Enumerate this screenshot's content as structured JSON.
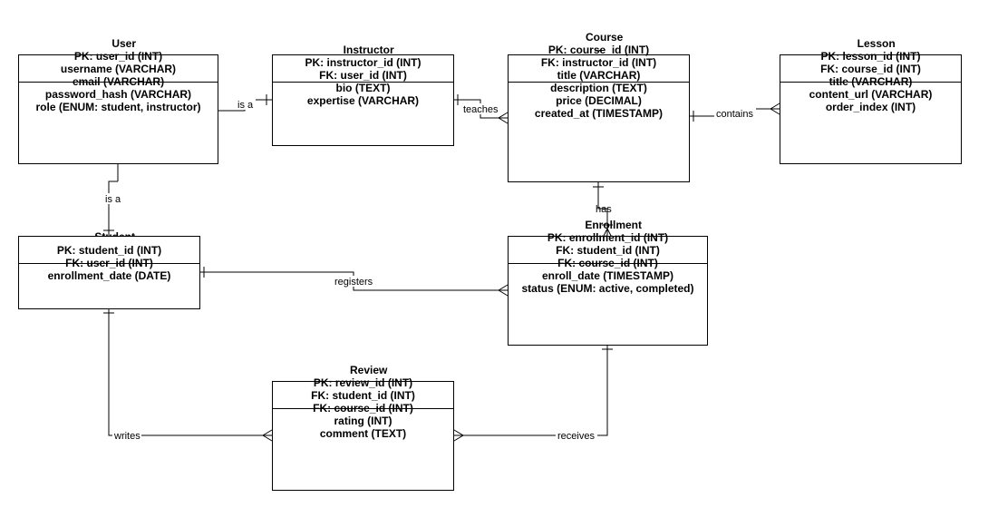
{
  "entities": {
    "user": {
      "name": "User",
      "separator": "--",
      "attributes": [
        "PK: user_id (INT)",
        "username (VARCHAR)",
        "email (VARCHAR)",
        "password_hash (VARCHAR)",
        "role (ENUM: student, instructor)"
      ]
    },
    "instructor": {
      "name": "Instructor",
      "separator": "--",
      "attributes": [
        "PK: instructor_id (INT)",
        "FK: user_id (INT)",
        "bio (TEXT)",
        "expertise (VARCHAR)"
      ]
    },
    "course": {
      "name": "Course",
      "separator": "--",
      "attributes": [
        "PK: course_id (INT)",
        "FK: instructor_id (INT)",
        "title (VARCHAR)",
        "description (TEXT)",
        "price (DECIMAL)",
        "created_at (TIMESTAMP)"
      ]
    },
    "lesson": {
      "name": "Lesson",
      "separator": "--",
      "attributes": [
        "PK: lesson_id (INT)",
        "FK: course_id (INT)",
        "title (VARCHAR)",
        "content_url (VARCHAR)",
        "order_index (INT)"
      ]
    },
    "student": {
      "name": "Student",
      "separator": "--",
      "attributes": [
        "PK: student_id (INT)",
        "FK: user_id (INT)",
        "enrollment_date (DATE)"
      ]
    },
    "enrollment": {
      "name": "Enrollment",
      "separator": "--",
      "attributes": [
        "PK: enrollment_id (INT)",
        "FK: student_id (INT)",
        "FK: course_id (INT)",
        "enroll_date (TIMESTAMP)",
        "status (ENUM: active, completed)"
      ]
    },
    "review": {
      "name": "Review",
      "separator": "--",
      "attributes": [
        "PK: review_id (INT)",
        "FK: student_id (INT)",
        "FK: course_id (INT)",
        "rating (INT)",
        "comment (TEXT)"
      ]
    }
  },
  "relationships": {
    "user_instructor": "is a",
    "user_student": "is a",
    "instructor_course": "teaches",
    "course_lesson": "contains",
    "course_enrollment": "has",
    "student_enrollment": "registers",
    "student_review": "writes",
    "enrollment_review": "receives"
  }
}
